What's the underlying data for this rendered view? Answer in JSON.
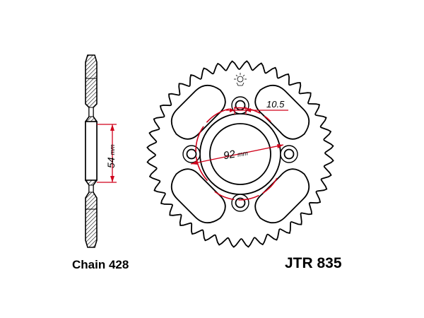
{
  "labels": {
    "chain": "Chain 428",
    "part_number": "JTR 835"
  },
  "dimensions": {
    "hub_bore": {
      "value": "54",
      "unit": "mm"
    },
    "bolt_circle": {
      "value": "92",
      "unit": "mm"
    },
    "bolt_hole": {
      "value": "10.5"
    }
  },
  "sprocket": {
    "tooth_count": 40,
    "bolt_holes": 4
  },
  "colors": {
    "line": "#000000",
    "dimension": "#d0021b",
    "hatch": "#000000"
  },
  "icons": {
    "logo": "sun-mascot-icon"
  }
}
